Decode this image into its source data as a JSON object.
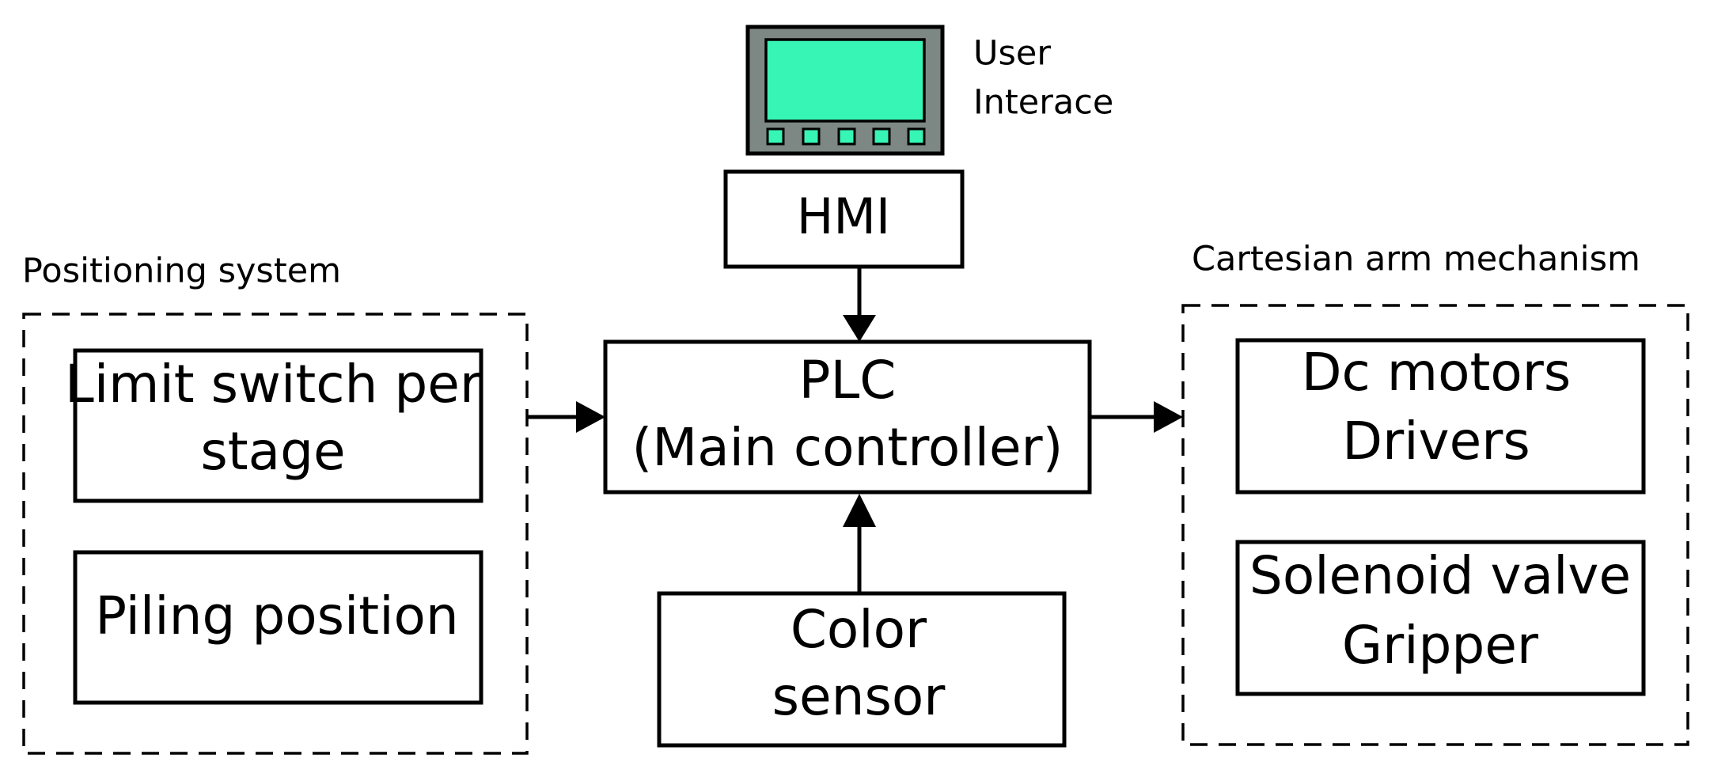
{
  "groups": {
    "positioning": {
      "label": "Positioning system"
    },
    "cartesian": {
      "label": "Cartesian arm mechanism"
    }
  },
  "boxes": {
    "limit_switch": {
      "lines": [
        "Limit switch per",
        "stage"
      ]
    },
    "piling_position": {
      "lines": [
        "Piling position"
      ]
    },
    "plc": {
      "lines": [
        "PLC",
        "(Main controller)"
      ]
    },
    "color_sensor": {
      "lines": [
        "Color",
        "sensor"
      ]
    },
    "hmi": {
      "lines": [
        "HMI"
      ]
    },
    "dc_motors": {
      "lines": [
        "Dc motors",
        "Drivers"
      ]
    },
    "solenoid_valve": {
      "lines": [
        "Solenoid valve",
        "Gripper"
      ]
    }
  },
  "user_interface": {
    "lines": [
      "User",
      "Interace"
    ]
  },
  "colors": {
    "screen": "#37f5b4",
    "device_body": "#7d8783",
    "stroke": "#000000"
  },
  "icons": {
    "hmi_panel": "touch-panel-icon"
  }
}
